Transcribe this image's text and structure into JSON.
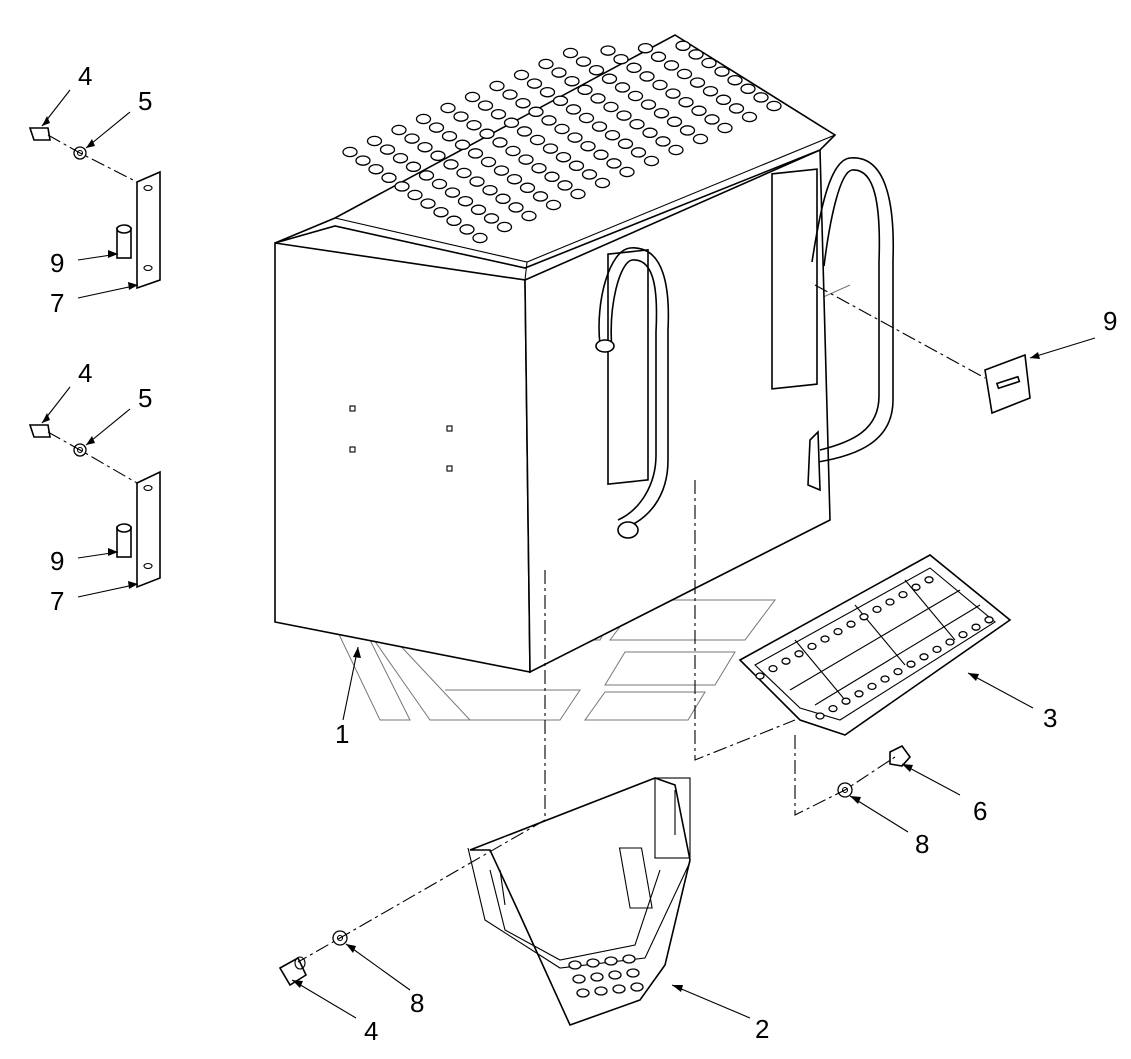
{
  "callouts": {
    "box": "1",
    "lower_step": "2",
    "step_tread": "3",
    "bolt_bottom": "4",
    "washer_bottom": "8",
    "nut_right": "6",
    "washer_right": "8",
    "reflector_right": "9",
    "bolt_top_a": "4",
    "washer_top_a": "5",
    "reflector_top_a": "9",
    "bracket_top_a": "7",
    "bolt_top_b": "4",
    "washer_top_b": "5",
    "reflector_top_b": "9",
    "bracket_top_b": "7"
  },
  "colors": {
    "line": "#000000",
    "background": "#ffffff",
    "watermark": "#777777"
  }
}
